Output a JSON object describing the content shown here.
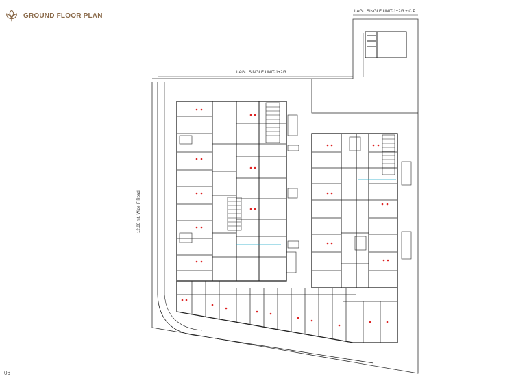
{
  "header": {
    "title": "GROUND FLOOR PLAN",
    "logo_icon": "leaf-logo-icon",
    "brand_color": "#8a6a4a"
  },
  "page_number": "06",
  "plan": {
    "label_top_right": "LAGU SINGLE UNIT-1+2/3 + C.P",
    "label_top": "LAGU SINGLE UNIT-1+2/3",
    "road_label": "12.00 mt. Wide F Road"
  }
}
